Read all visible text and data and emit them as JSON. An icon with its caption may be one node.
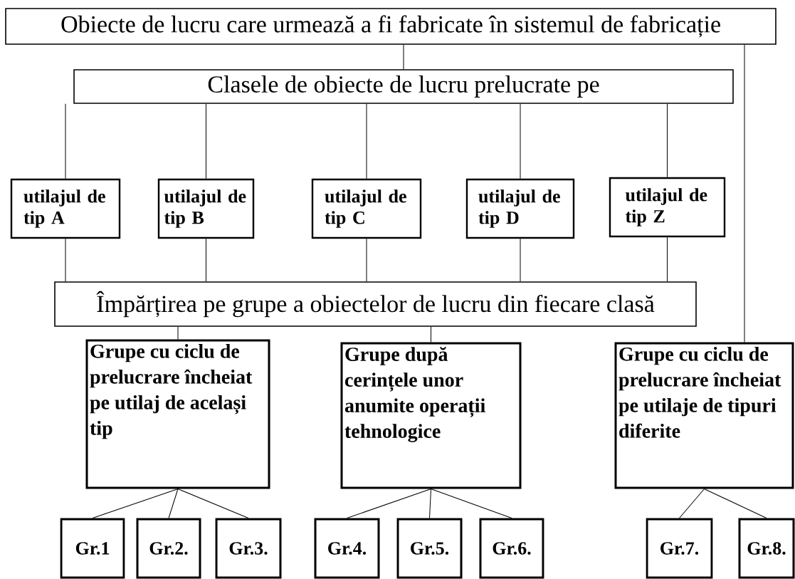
{
  "diagram": {
    "nodes": [
      {
        "text": [
          "Obiecte de lucru care urmează a fi fabricate în sistemul de fabricație"
        ]
      },
      {
        "text": [
          "Clasele de obiecte de lucru prelucrate pe"
        ]
      },
      {
        "text": [
          "utilajul de tip A"
        ]
      },
      {
        "text": [
          "utilajul de tip B"
        ]
      },
      {
        "text": [
          "utilajul de tip C"
        ]
      },
      {
        "text": [
          "utilajul de tip D"
        ]
      },
      {
        "text": [
          "utilajul de tip Z"
        ]
      },
      {
        "text": [
          "Împărțirea pe grupe a obiectelor de lucru din fiecare clasă"
        ]
      },
      {
        "text": [
          "Grupe cu ciclu de prelucrare încheiat pe utilaj de același tip"
        ]
      },
      {
        "text": [
          "Grupe după cerințele unor anumite operații tehnologice"
        ]
      },
      {
        "text": [
          "Grupe cu ciclu de prelucrare încheiat pe utilaje de tipuri diferite"
        ]
      },
      {
        "text": [
          "Gr.1"
        ]
      },
      {
        "text": [
          "Gr.2."
        ]
      },
      {
        "text": [
          "Gr.3."
        ]
      },
      {
        "text": [
          "Gr.4."
        ]
      },
      {
        "text": [
          "Gr.5."
        ]
      },
      {
        "text": [
          "Gr.6."
        ]
      },
      {
        "text": [
          "Gr.7."
        ]
      },
      {
        "text": [
          "Gr.8."
        ]
      }
    ],
    "edges": [
      {
        "from": 0,
        "to": 1,
        "arrow": "none"
      },
      {
        "from": 1,
        "to": 2,
        "arrow": "none"
      },
      {
        "from": 1,
        "to": 3,
        "arrow": "none"
      },
      {
        "from": 1,
        "to": 4,
        "arrow": "none"
      },
      {
        "from": 1,
        "to": 5,
        "arrow": "none"
      },
      {
        "from": 1,
        "to": 6,
        "arrow": "none"
      },
      {
        "from": 2,
        "to": 7,
        "arrow": "none"
      },
      {
        "from": 3,
        "to": 7,
        "arrow": "none"
      },
      {
        "from": 4,
        "to": 7,
        "arrow": "none"
      },
      {
        "from": 5,
        "to": 7,
        "arrow": "none"
      },
      {
        "from": 6,
        "to": 7,
        "arrow": "none"
      },
      {
        "from": 7,
        "to": 8,
        "arrow": "none"
      },
      {
        "from": 7,
        "to": 9,
        "arrow": "none"
      },
      {
        "from": 0,
        "to": 10,
        "arrow": "none"
      },
      {
        "from": 8,
        "to": 11,
        "arrow": "none"
      },
      {
        "from": 8,
        "to": 12,
        "arrow": "none"
      },
      {
        "from": 8,
        "to": 13,
        "arrow": "none"
      },
      {
        "from": 9,
        "to": 14,
        "arrow": "none"
      },
      {
        "from": 9,
        "to": 15,
        "arrow": "none"
      },
      {
        "from": 9,
        "to": 16,
        "arrow": "none"
      },
      {
        "from": 10,
        "to": 17,
        "arrow": "none"
      },
      {
        "from": 10,
        "to": 18,
        "arrow": "none"
      }
    ]
  }
}
